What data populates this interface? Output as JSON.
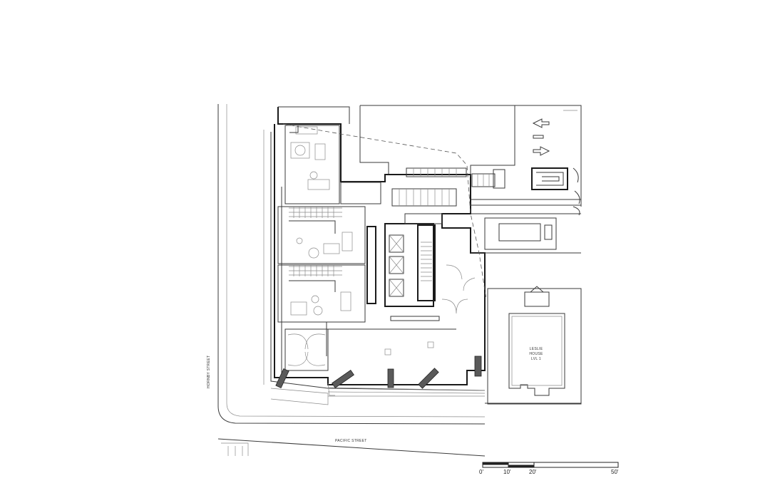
{
  "streets": {
    "hornby": "HORNBY STREET",
    "pacific": "PACIFIC STREET"
  },
  "leslie_house": {
    "line1": "LESLIE",
    "line2": "HOUSE",
    "line3": "LVL 1"
  },
  "scale_bar": {
    "ticks": [
      "0'",
      "10'",
      "20'",
      "50'"
    ]
  }
}
